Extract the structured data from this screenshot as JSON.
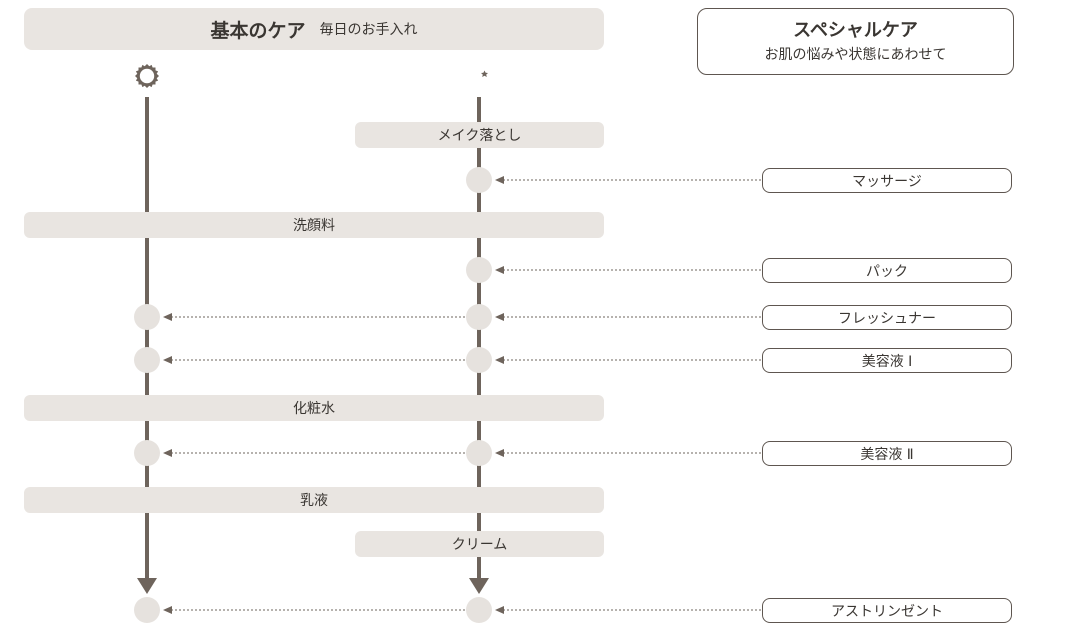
{
  "header": {
    "basic_title": "基本のケア",
    "basic_subtitle": "毎日のお手入れ",
    "special_title": "スペシャルケア",
    "special_subtitle": "お肌の悩みや状態にあわせて"
  },
  "icons": {
    "morning": "sun-icon",
    "night": "moon-icon"
  },
  "basic_steps": {
    "makeup_removal": "メイク落とし",
    "cleanser": "洗顔料",
    "toner": "化粧水",
    "milk": "乳液",
    "cream": "クリーム"
  },
  "special_items": {
    "massage": "マッサージ",
    "pack": "パック",
    "freshener": "フレッシュナー",
    "serum1": "美容液 Ⅰ",
    "serum2": "美容液 Ⅱ",
    "astringent": "アストリンゼント"
  },
  "colors": {
    "line": "#6e645c",
    "bar": "#e9e5e1",
    "border": "#5e5650",
    "node": "#e6e2de"
  }
}
